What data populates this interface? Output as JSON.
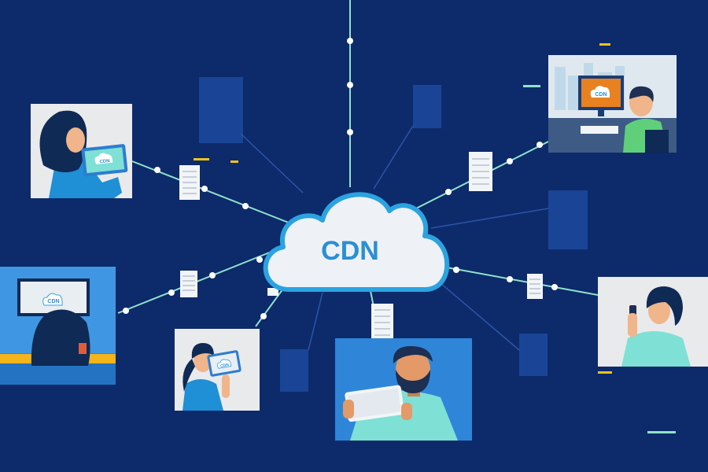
{
  "diagram": {
    "hub_label": "CDN",
    "device_labels": {
      "tablet_left": "CDN",
      "desktop_monitor": "CDN",
      "wall_screen": "CDN",
      "phone_tablet": "CDN"
    }
  },
  "colors": {
    "background": "#0d2a6b",
    "cloud_fill": "#eef1f5",
    "cloud_outline": "#2aa3e0",
    "hub_text": "#2a8fd4",
    "link_line": "#8fe3c9",
    "packet_fill": "#f2f5f8",
    "accent_yellow": "#f2c21b",
    "accent_mint": "#8fe3c9"
  }
}
